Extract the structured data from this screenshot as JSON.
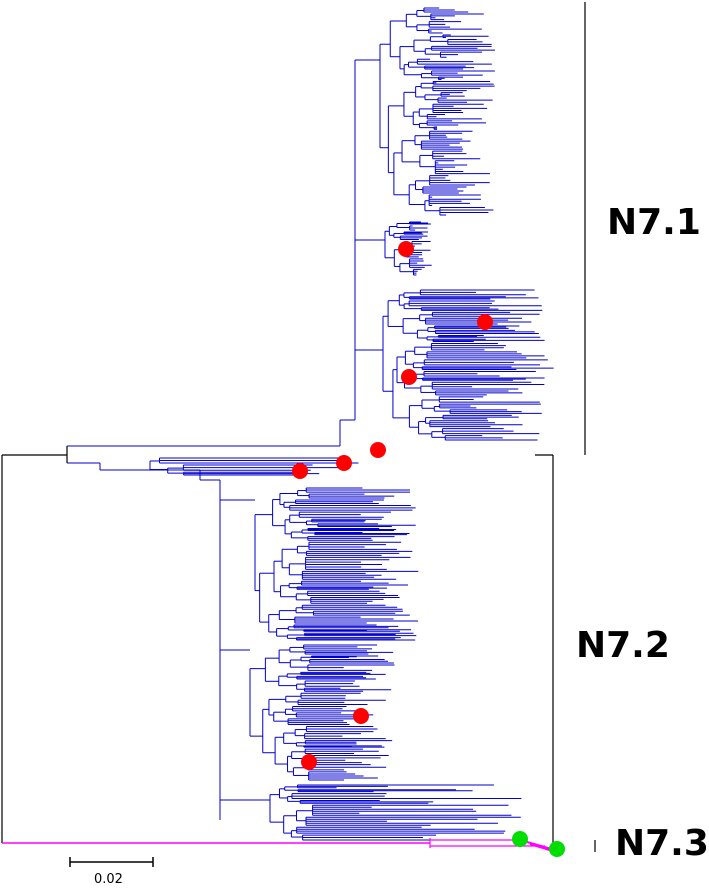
{
  "clades": [
    {
      "name": "N7.1"
    },
    {
      "name": "N7.2"
    },
    {
      "name": "N7.3"
    }
  ],
  "scale_bar": {
    "label": "0.02"
  },
  "colors": {
    "n71_branches": "#0000cc",
    "n72_branches": "#0000cc",
    "n73_branches": "#ff00ff",
    "root_branches": "#000000",
    "red_marker": "#ff0000",
    "green_marker": "#00dd00"
  }
}
